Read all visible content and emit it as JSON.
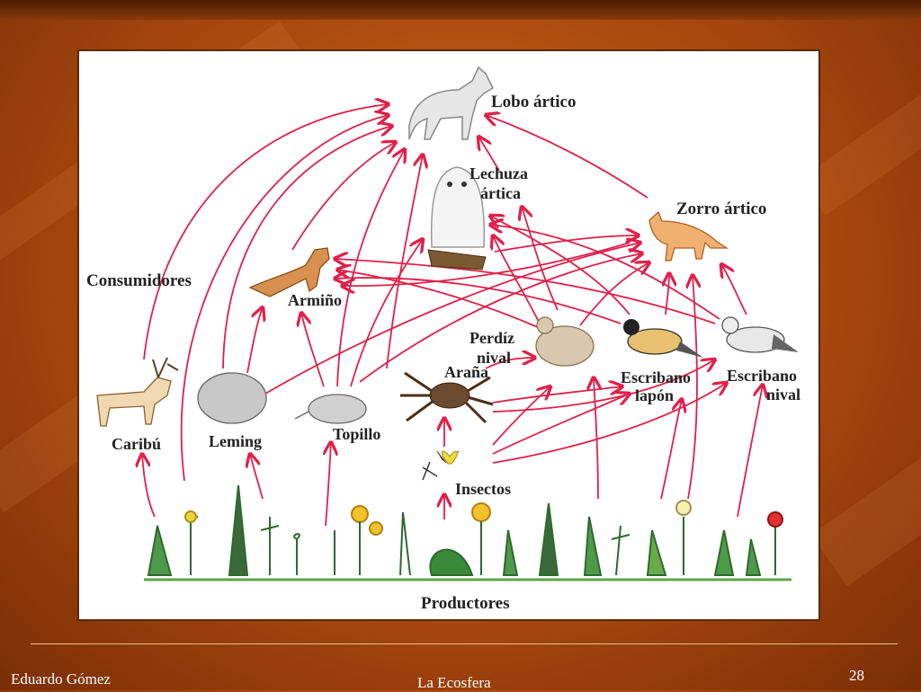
{
  "slide": {
    "page_number": "28",
    "author": "Eduardo Gómez",
    "subject": "La Ecosfera"
  },
  "diagram": {
    "consumers_label": "Consumidores",
    "producers_label": "Productores",
    "nodes": {
      "lobo": "Lobo ártico",
      "lechuza_1": "Lechuza",
      "lechuza_2": "ártica",
      "zorro": "Zorro ártico",
      "armino": "Armiño",
      "perdiz_1": "Perdíz",
      "perdiz_2": "nival",
      "arana": "Araña",
      "escribano_lapon_1": "Escribano",
      "escribano_lapon_2": "lapón",
      "escribano_nival_1": "Escribano",
      "escribano_nival_2": "nival",
      "caribu": "Caribú",
      "leming": "Leming",
      "topillo": "Topillo",
      "insectos": "Insectos"
    },
    "colors": {
      "arrow": "#e0204a",
      "frame": "#5a2a08",
      "footer_text": "#ffffff"
    }
  }
}
